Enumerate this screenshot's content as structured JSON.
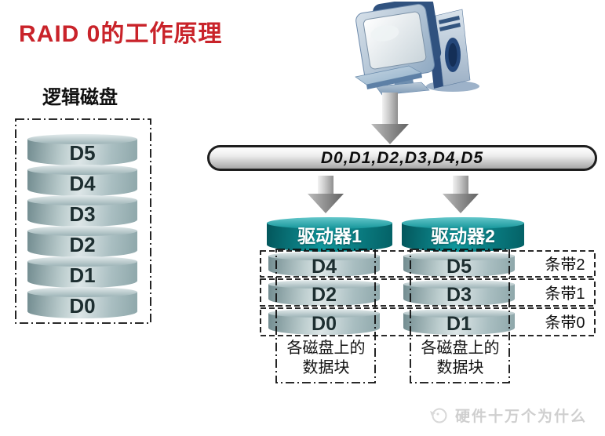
{
  "title": "RAID 0的工作原理",
  "logical": {
    "label": "逻辑磁盘",
    "blocks": [
      "D5",
      "D4",
      "D3",
      "D2",
      "D1",
      "D0"
    ]
  },
  "bus": {
    "label": "D0,D1,D2,D3,D4,D5"
  },
  "drives": [
    {
      "name": "驱动器1",
      "blocks": [
        "D4",
        "D2",
        "D0"
      ],
      "caption1": "各磁盘上的",
      "caption2": "数据块"
    },
    {
      "name": "驱动器2",
      "blocks": [
        "D5",
        "D3",
        "D1"
      ],
      "caption1": "各磁盘上的",
      "caption2": "数据块"
    }
  ],
  "stripes": [
    {
      "label": "条带2"
    },
    {
      "label": "条带1"
    },
    {
      "label": "条带0"
    }
  ],
  "watermark": {
    "text": "硬件十万个为什么"
  },
  "colors": {
    "title_red": "#c9232a",
    "drive_teal_dark": "#03565b",
    "drive_teal_light": "#10979c",
    "disk_light": "#dde6e7",
    "disk_dark": "#728c90",
    "bus_border": "#1e1e1e",
    "arrow_gray": "#8f8f8f",
    "watermark_gray": "#cfcfcf"
  },
  "icons": {
    "computer": "desktop-computer-icon",
    "arrow": "down-arrow-icon",
    "watermark_logo": "watermark-logo-icon"
  }
}
